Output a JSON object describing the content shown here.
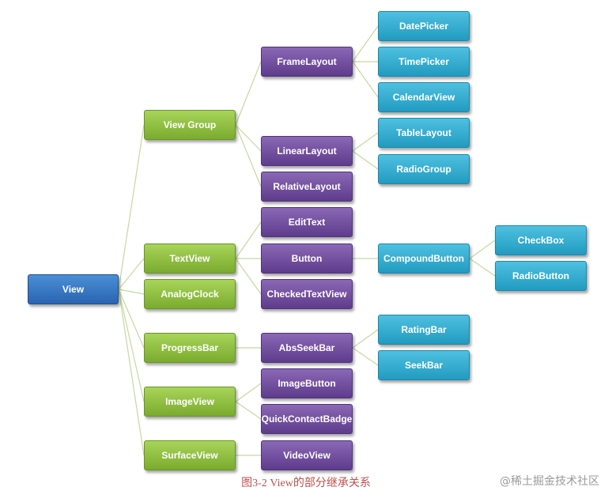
{
  "nodes": {
    "view": "View",
    "view_group": "View Group",
    "text_view": "TextView",
    "analog_clock": "AnalogClock",
    "progress_bar": "ProgressBar",
    "image_view": "ImageView",
    "surface_view": "SurfaceView",
    "frame_layout": "FrameLayout",
    "linear_layout": "LinearLayout",
    "relative_layout": "RelativeLayout",
    "edit_text": "EditText",
    "button": "Button",
    "checked_text_view": "CheckedTextView",
    "abs_seek_bar": "AbsSeekBar",
    "image_button": "ImageButton",
    "quick_contact_badge": "QuickContactBadge",
    "video_view": "VideoView",
    "date_picker": "DatePicker",
    "time_picker": "TimePicker",
    "calendar_view": "CalendarView",
    "table_layout": "TableLayout",
    "radio_group": "RadioGroup",
    "compound_button": "CompoundButton",
    "rating_bar": "RatingBar",
    "seek_bar": "SeekBar",
    "check_box": "CheckBox",
    "radio_button": "RadioButton"
  },
  "edges": [
    [
      "view",
      "view_group"
    ],
    [
      "view",
      "text_view"
    ],
    [
      "view",
      "analog_clock"
    ],
    [
      "view",
      "progress_bar"
    ],
    [
      "view",
      "image_view"
    ],
    [
      "view",
      "surface_view"
    ],
    [
      "view_group",
      "frame_layout"
    ],
    [
      "view_group",
      "linear_layout"
    ],
    [
      "view_group",
      "relative_layout"
    ],
    [
      "text_view",
      "edit_text"
    ],
    [
      "text_view",
      "button"
    ],
    [
      "text_view",
      "checked_text_view"
    ],
    [
      "progress_bar",
      "abs_seek_bar"
    ],
    [
      "image_view",
      "image_button"
    ],
    [
      "image_view",
      "quick_contact_badge"
    ],
    [
      "surface_view",
      "video_view"
    ],
    [
      "frame_layout",
      "date_picker"
    ],
    [
      "frame_layout",
      "time_picker"
    ],
    [
      "frame_layout",
      "calendar_view"
    ],
    [
      "linear_layout",
      "table_layout"
    ],
    [
      "linear_layout",
      "radio_group"
    ],
    [
      "button",
      "compound_button"
    ],
    [
      "abs_seek_bar",
      "rating_bar"
    ],
    [
      "abs_seek_bar",
      "seek_bar"
    ],
    [
      "compound_button",
      "check_box"
    ],
    [
      "compound_button",
      "radio_button"
    ]
  ],
  "caption": "图3-2 View的部分继承关系",
  "watermark": "@稀土掘金技术社区",
  "colors": {
    "root": "#2f6db8",
    "level1": "#8dc63f",
    "level2": "#6a4a9c",
    "level3": "#29a9d2",
    "edge": "#c4d9a0",
    "caption": "#c0504d"
  }
}
